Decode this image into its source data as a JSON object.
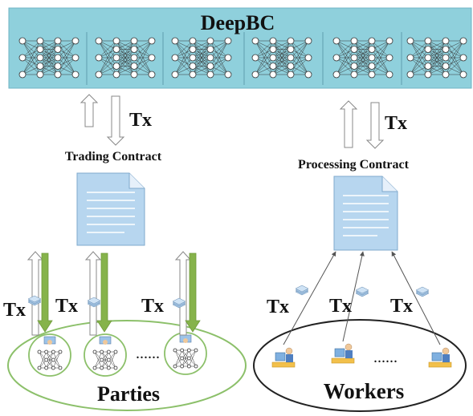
{
  "blockchain": {
    "title": "DeepBC",
    "fill": "#8fd0dc",
    "segments": 6
  },
  "left": {
    "contract_label": "Trading Contract",
    "tx_label": "Tx",
    "group_label": "Parties",
    "ellipsis": "......",
    "ellipse_stroke": "#8cc06a",
    "arrow_green": "#86b34b"
  },
  "right": {
    "contract_label": "Processing Contract",
    "tx_label": "Tx",
    "group_label": "Workers",
    "ellipsis": "......",
    "ellipse_stroke": "#222222"
  },
  "colors": {
    "doc": "#b7d6ef",
    "doc_lines": "#ffffff",
    "node": "#ffffff",
    "edge": "#333333"
  }
}
